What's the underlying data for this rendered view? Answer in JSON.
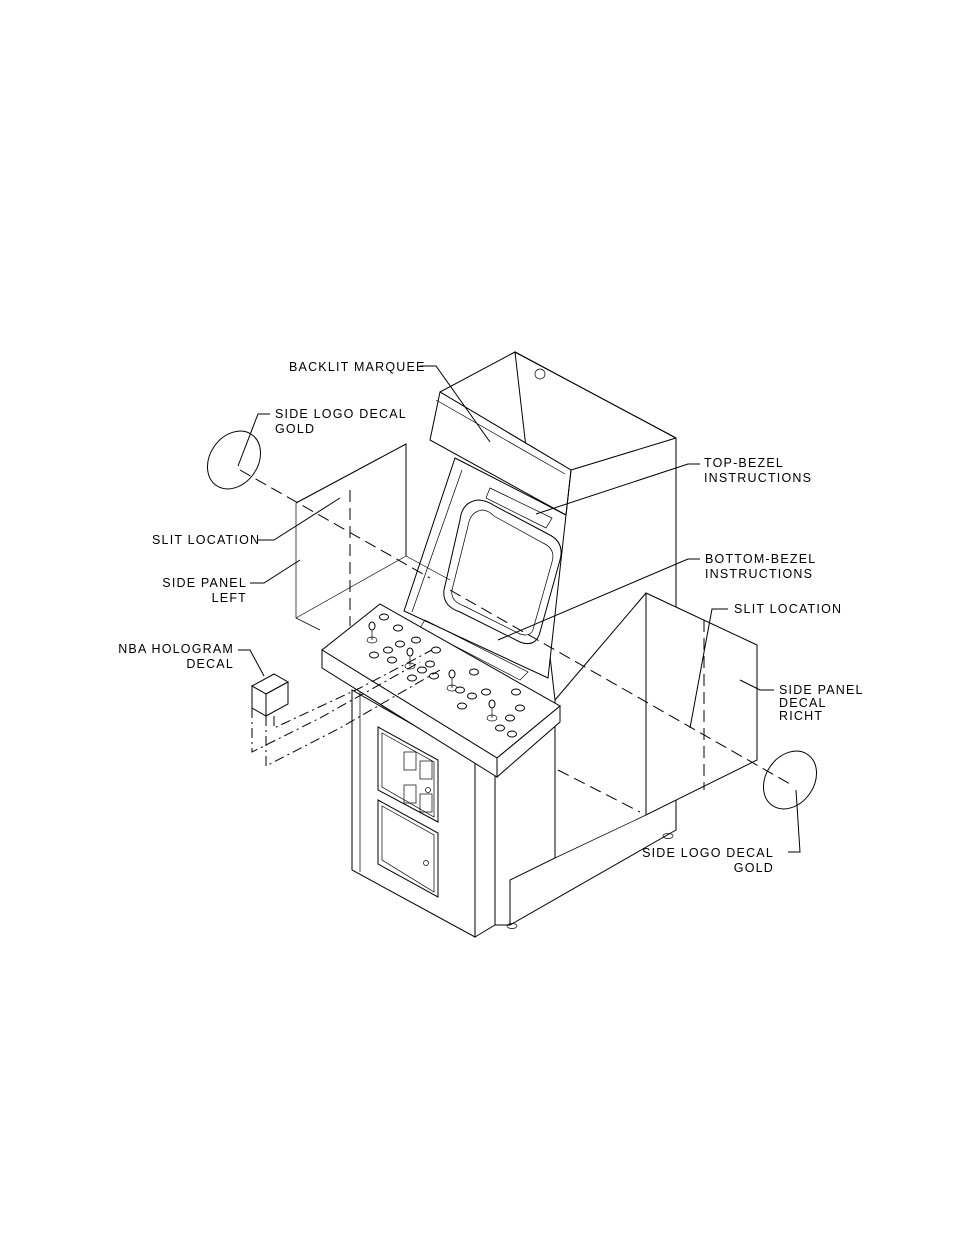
{
  "callouts": {
    "backlit_marquee": "BACKLIT MARQUEE",
    "side_logo_left_l1": "SIDE LOGO DECAL",
    "side_logo_left_l2": "GOLD",
    "slit_location_left": "SLIT LOCATION",
    "side_panel_left_l1": "SIDE PANEL",
    "side_panel_left_l2": "LEFT",
    "nba_hologram_l1": "NBA HOLOGRAM",
    "nba_hologram_l2": "DECAL",
    "top_bezel_l1": "TOP-BEZEL",
    "top_bezel_l2": "INSTRUCTIONS",
    "bottom_bezel_l1": "BOTTOM-BEZEL",
    "bottom_bezel_l2": "INSTRUCTIONS",
    "slit_location_right": "SLIT LOCATION",
    "side_panel_right_l1": "SIDE PANEL",
    "side_panel_right_l2": "DECAL",
    "side_panel_right_l3": "RICHT",
    "side_logo_right_l1": "SIDE LOGO DECAL",
    "side_logo_right_l2": "GOLD"
  },
  "parts": [
    "marquee-panel-icon",
    "monitor-screen-icon",
    "control-panel-icon",
    "joystick-icon",
    "coin-door-icon",
    "cash-door-icon",
    "side-panel-left-icon",
    "side-panel-right-icon",
    "side-logo-left-icon",
    "side-logo-right-icon",
    "nba-hologram-icon"
  ]
}
